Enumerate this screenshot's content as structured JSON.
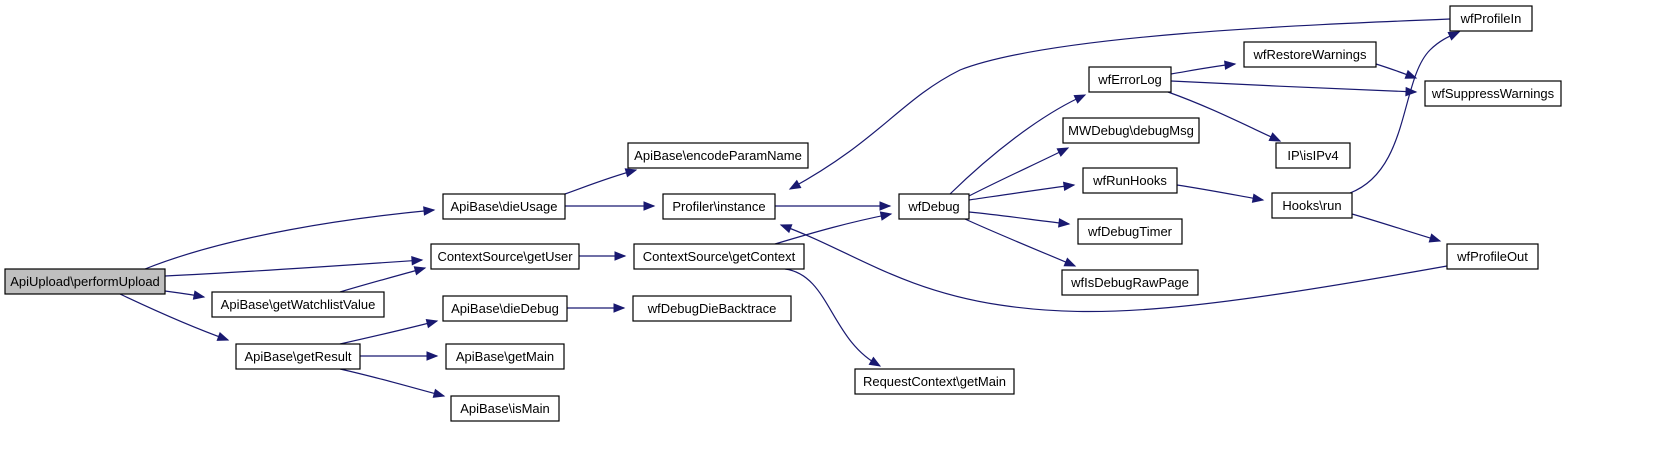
{
  "diagram": {
    "type": "call-graph",
    "root": "ApiUpload\\performUpload",
    "nodes": [
      {
        "id": "performUpload",
        "label": "ApiUpload\\performUpload",
        "root": true
      },
      {
        "id": "dieUsage",
        "label": "ApiBase\\dieUsage"
      },
      {
        "id": "getUser",
        "label": "ContextSource\\getUser"
      },
      {
        "id": "getWatchlistValue",
        "label": "ApiBase\\getWatchlistValue"
      },
      {
        "id": "getResult",
        "label": "ApiBase\\getResult"
      },
      {
        "id": "encodeParamName",
        "label": "ApiBase\\encodeParamName"
      },
      {
        "id": "profilerInstance",
        "label": "Profiler\\instance"
      },
      {
        "id": "getContext",
        "label": "ContextSource\\getContext"
      },
      {
        "id": "dieDebug",
        "label": "ApiBase\\dieDebug"
      },
      {
        "id": "getMain",
        "label": "ApiBase\\getMain"
      },
      {
        "id": "isMain",
        "label": "ApiBase\\isMain"
      },
      {
        "id": "wfDebug",
        "label": "wfDebug"
      },
      {
        "id": "wfDebugDieBacktrace",
        "label": "wfDebugDieBacktrace"
      },
      {
        "id": "requestContextGetMain",
        "label": "RequestContext\\getMain"
      },
      {
        "id": "wfErrorLog",
        "label": "wfErrorLog"
      },
      {
        "id": "debugMsg",
        "label": "MWDebug\\debugMsg"
      },
      {
        "id": "wfRunHooks",
        "label": "wfRunHooks"
      },
      {
        "id": "wfDebugTimer",
        "label": "wfDebugTimer"
      },
      {
        "id": "wfIsDebugRawPage",
        "label": "wfIsDebugRawPage"
      },
      {
        "id": "wfRestoreWarnings",
        "label": "wfRestoreWarnings"
      },
      {
        "id": "isIPv4",
        "label": "IP\\isIPv4"
      },
      {
        "id": "hooksRun",
        "label": "Hooks\\run"
      },
      {
        "id": "wfProfileIn",
        "label": "wfProfileIn"
      },
      {
        "id": "wfSuppressWarnings",
        "label": "wfSuppressWarnings"
      },
      {
        "id": "wfProfileOut",
        "label": "wfProfileOut"
      }
    ],
    "edges": [
      {
        "from": "performUpload",
        "to": "dieUsage"
      },
      {
        "from": "performUpload",
        "to": "getUser"
      },
      {
        "from": "performUpload",
        "to": "getWatchlistValue"
      },
      {
        "from": "performUpload",
        "to": "getResult"
      },
      {
        "from": "dieUsage",
        "to": "encodeParamName"
      },
      {
        "from": "dieUsage",
        "to": "profilerInstance"
      },
      {
        "from": "getWatchlistValue",
        "to": "getUser"
      },
      {
        "from": "getUser",
        "to": "getContext"
      },
      {
        "from": "getResult",
        "to": "dieDebug"
      },
      {
        "from": "getResult",
        "to": "getMain"
      },
      {
        "from": "getResult",
        "to": "isMain"
      },
      {
        "from": "dieDebug",
        "to": "wfDebugDieBacktrace"
      },
      {
        "from": "profilerInstance",
        "to": "wfDebug"
      },
      {
        "from": "getContext",
        "to": "wfDebug"
      },
      {
        "from": "getContext",
        "to": "requestContextGetMain"
      },
      {
        "from": "wfDebug",
        "to": "wfErrorLog"
      },
      {
        "from": "wfDebug",
        "to": "debugMsg"
      },
      {
        "from": "wfDebug",
        "to": "wfRunHooks"
      },
      {
        "from": "wfDebug",
        "to": "wfDebugTimer"
      },
      {
        "from": "wfDebug",
        "to": "wfIsDebugRawPage"
      },
      {
        "from": "wfErrorLog",
        "to": "wfRestoreWarnings"
      },
      {
        "from": "wfErrorLog",
        "to": "wfSuppressWarnings"
      },
      {
        "from": "wfErrorLog",
        "to": "isIPv4"
      },
      {
        "from": "wfRestoreWarnings",
        "to": "wfSuppressWarnings"
      },
      {
        "from": "wfRunHooks",
        "to": "hooksRun"
      },
      {
        "from": "hooksRun",
        "to": "wfProfileIn"
      },
      {
        "from": "hooksRun",
        "to": "wfProfileOut"
      },
      {
        "from": "wfProfileIn",
        "to": "profilerInstance"
      },
      {
        "from": "wfProfileOut",
        "to": "profilerInstance"
      }
    ]
  },
  "colors": {
    "edge": "#191970",
    "node_border": "#000000",
    "node_fill": "#ffffff",
    "root_fill": "#bfbfbf"
  }
}
